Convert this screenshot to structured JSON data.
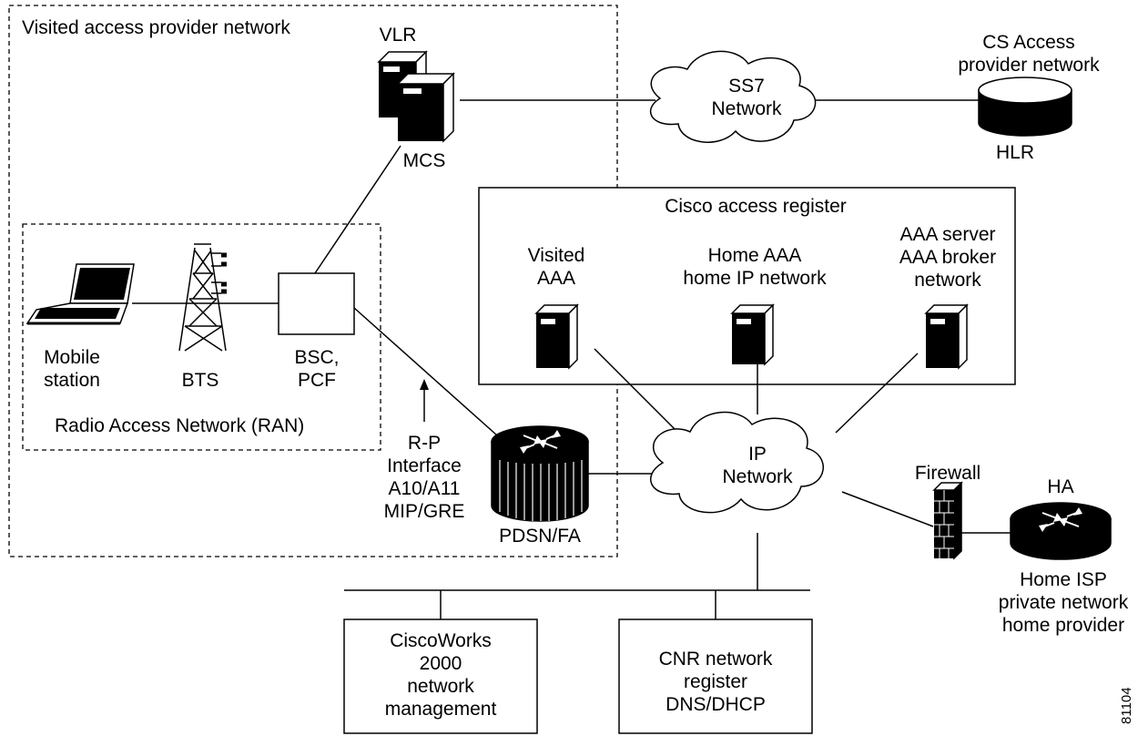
{
  "regions": {
    "visited_network": "Visited access provider network",
    "ran": "Radio Access Network (RAN)",
    "car": "Cisco access register"
  },
  "nodes": {
    "vlr": "VLR",
    "mcs": "MCS",
    "ss7": [
      "SS7",
      "Network"
    ],
    "cs_access": [
      "CS Access",
      "provider network"
    ],
    "hlr": "HLR",
    "mobile": [
      "Mobile",
      "station"
    ],
    "bts": "BTS",
    "bsc": [
      "BSC,",
      "PCF"
    ],
    "visited_aaa": [
      "Visited",
      "AAA"
    ],
    "home_aaa": [
      "Home AAA",
      "home IP network"
    ],
    "aaa_server": [
      "AAA server",
      "AAA broker",
      "network"
    ],
    "rp_interface": [
      "R-P",
      "Interface",
      "A10/A11",
      "MIP/GRE"
    ],
    "pdsn": "PDSN/FA",
    "ip": [
      "IP",
      "Network"
    ],
    "firewall": "Firewall",
    "ha": "HA",
    "home_isp": [
      "Home ISP",
      "private network",
      "home provider"
    ],
    "ciscoworks": [
      "CiscoWorks",
      "2000",
      "network",
      "management"
    ],
    "cnr": [
      "CNR network",
      "register",
      "DNS/DHCP"
    ]
  },
  "figure_id": "81104"
}
